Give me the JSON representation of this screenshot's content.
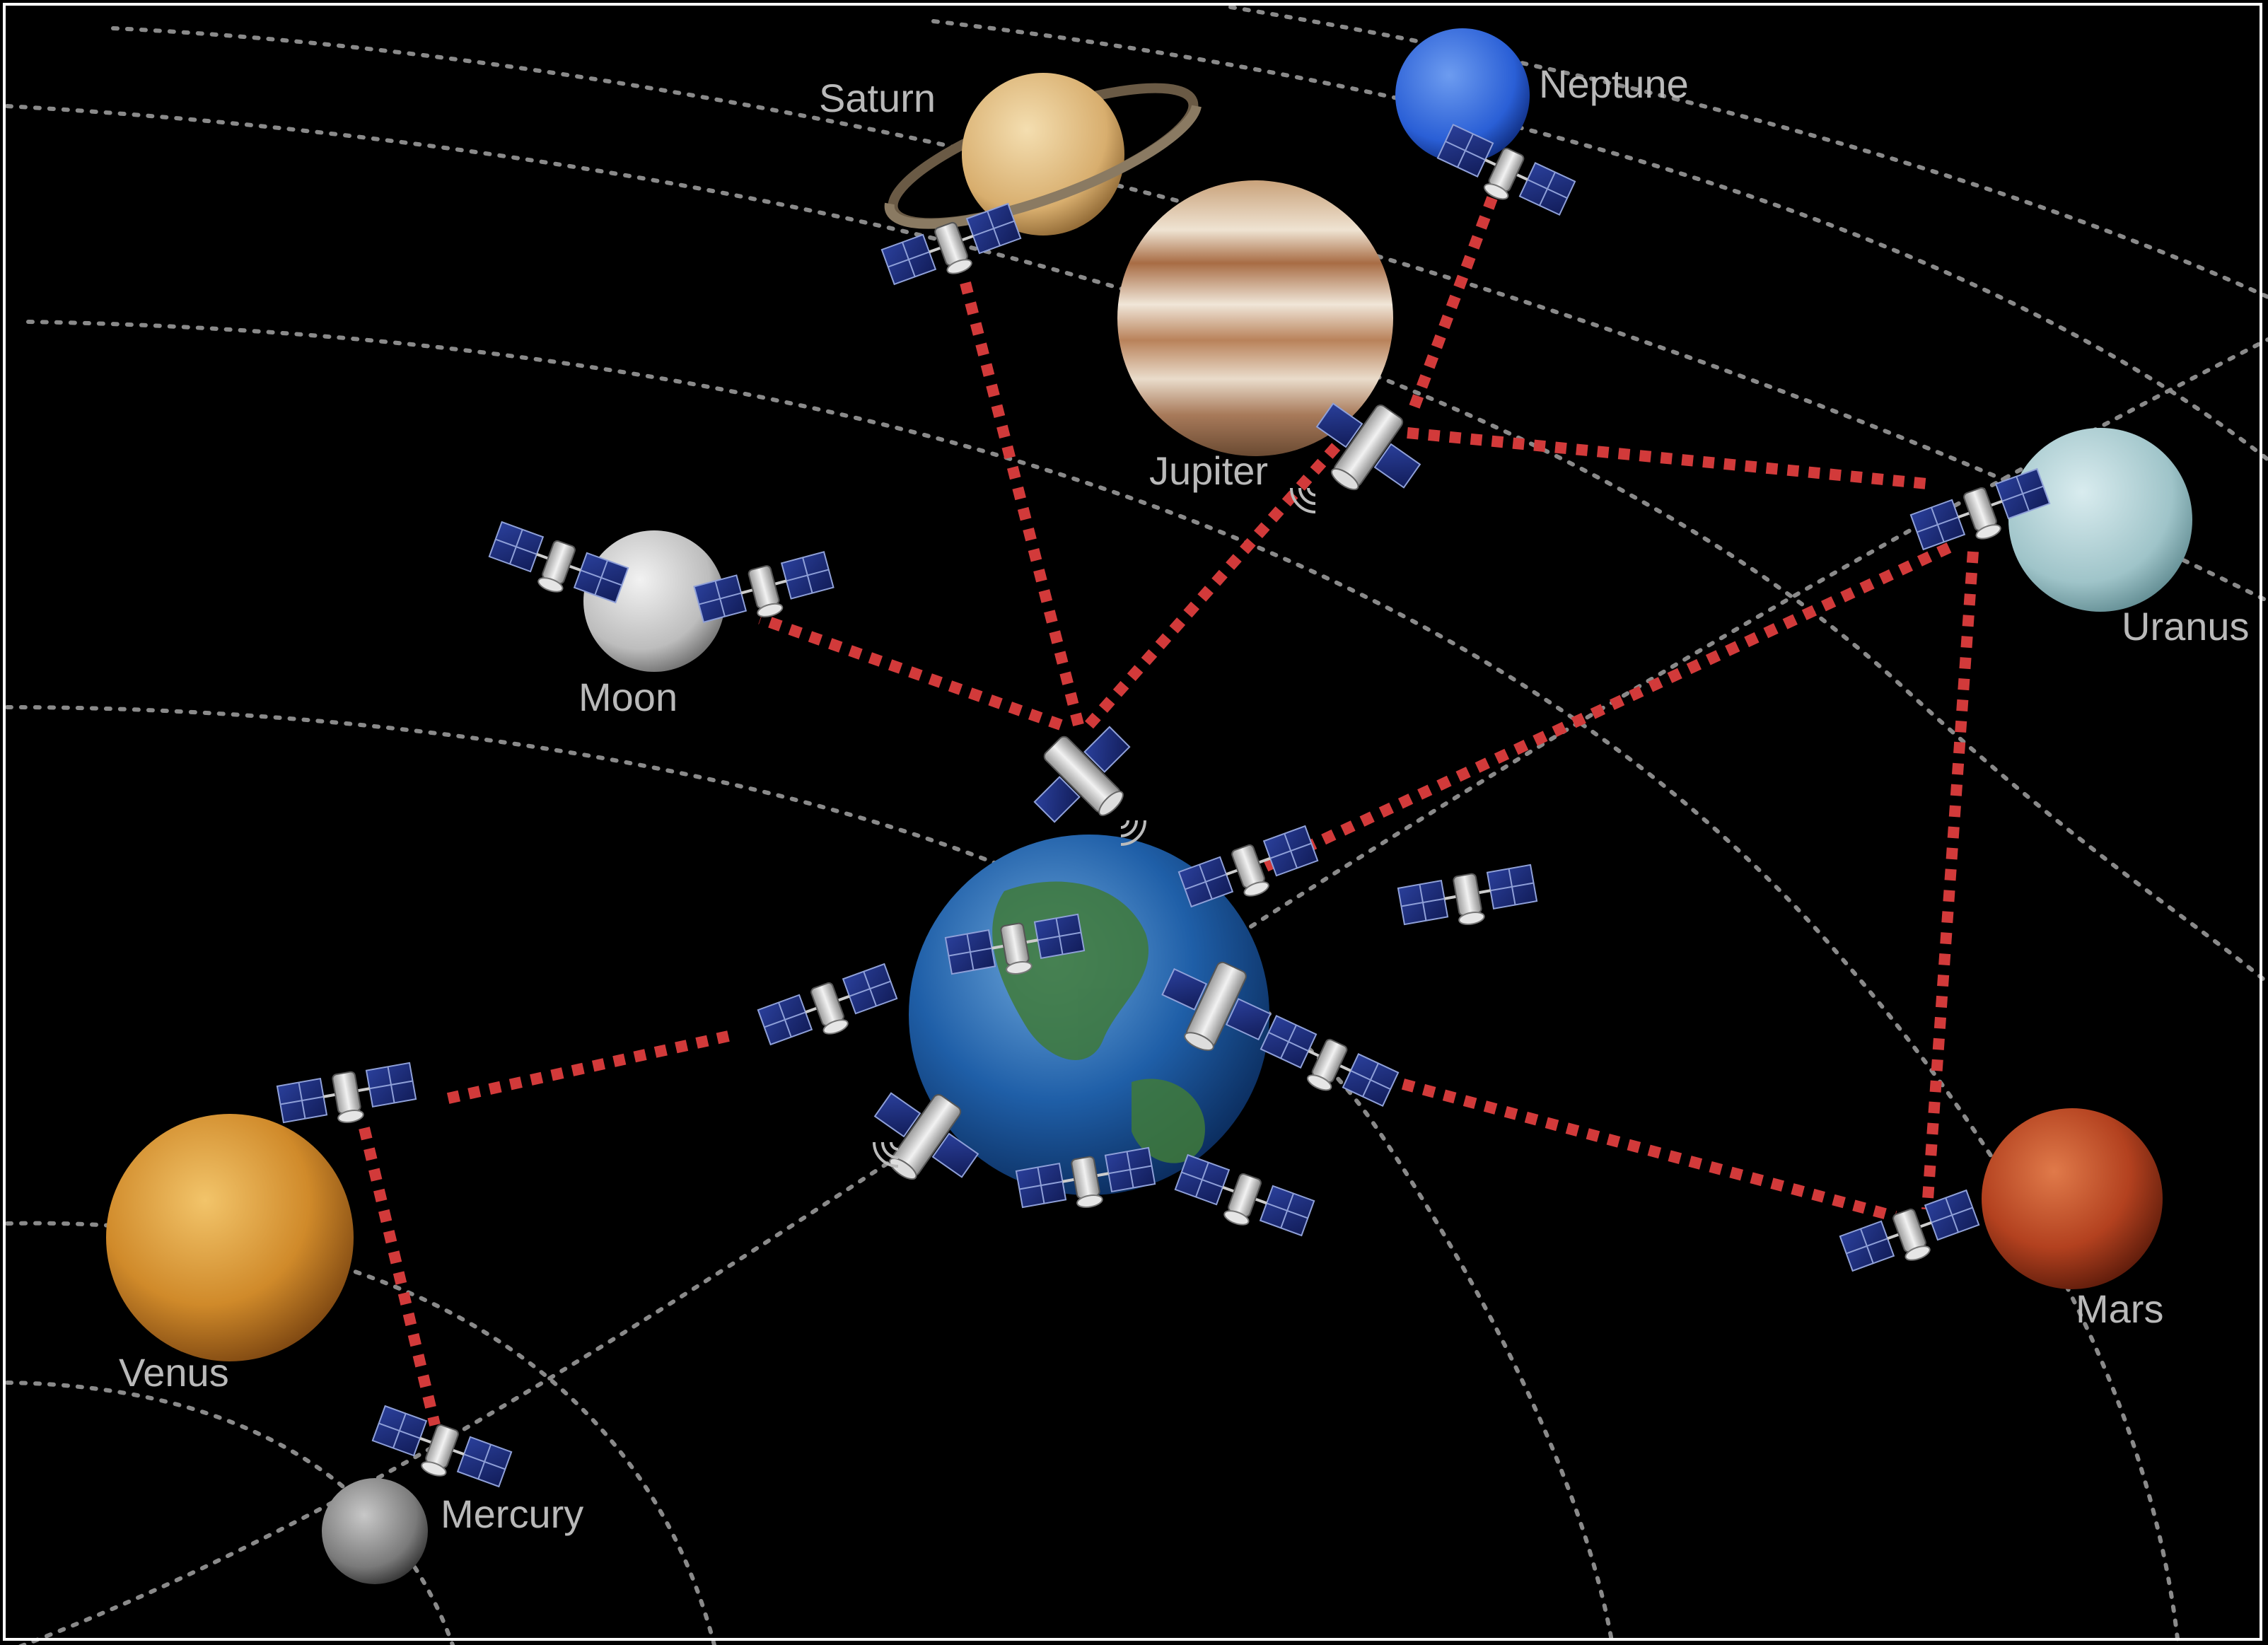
{
  "planets": [
    {
      "id": "saturn",
      "label": "Saturn"
    },
    {
      "id": "neptune",
      "label": "Neptune"
    },
    {
      "id": "jupiter",
      "label": "Jupiter"
    },
    {
      "id": "uranus",
      "label": "Uranus"
    },
    {
      "id": "moon",
      "label": "Moon"
    },
    {
      "id": "venus",
      "label": "Venus"
    },
    {
      "id": "mars",
      "label": "Mars"
    },
    {
      "id": "mercury",
      "label": "Mercury"
    },
    {
      "id": "earth",
      "label": ""
    }
  ],
  "colors": {
    "background": "#000000",
    "orbit": "#8a8a8a",
    "link": "#d23a3a",
    "label": "#b9b9b9"
  }
}
